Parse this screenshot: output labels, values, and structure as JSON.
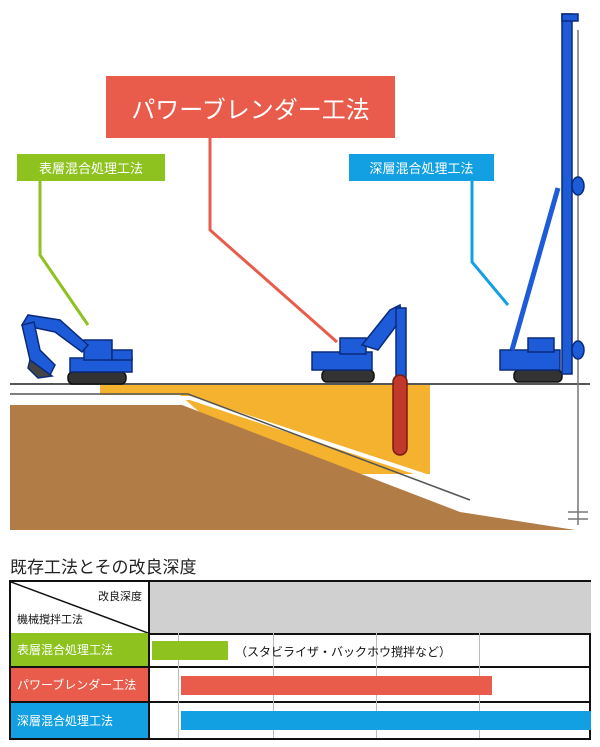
{
  "callouts": {
    "main": "パワーブレンダー工法",
    "left": "表層混合処理工法",
    "right": "深層混合処理工法"
  },
  "table": {
    "title": "既存工法とその改良深度",
    "header_depth": "改良深度",
    "header_method": "機械撹拌工法",
    "rows": [
      {
        "label": "表層混合処理工法",
        "color": "#8dc21f",
        "note": "（スタビライザ・バックホウ撹拌など）"
      },
      {
        "label": "パワーブレンダー工法",
        "color": "#e95c4b",
        "note": ""
      },
      {
        "label": "深層混合処理工法",
        "color": "#13a0e3",
        "note": ""
      }
    ]
  },
  "colors": {
    "ground_brown": "#b17c45",
    "improved_zone": "#f5b22f",
    "machine_blue": "#1e5bd8",
    "green": "#8dc21f",
    "red": "#e95c4b",
    "cyan": "#13a0e3"
  }
}
